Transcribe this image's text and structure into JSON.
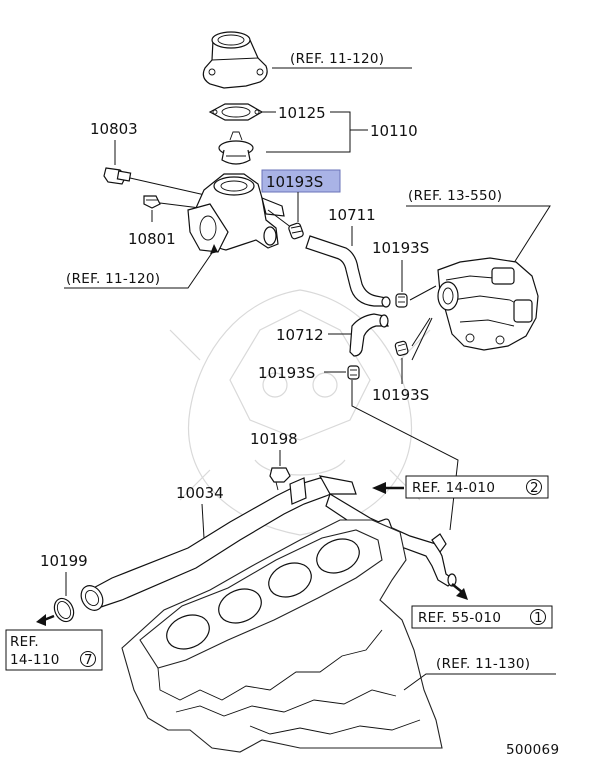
{
  "labels": {
    "p10125": "10125",
    "p10110": "10110",
    "p10803": "10803",
    "p10801": "10801",
    "p10193s_hl": "10193S",
    "p10711": "10711",
    "p10193s_a": "10193S",
    "p10712": "10712",
    "p10193s_b": "10193S",
    "p10193s_c": "10193S",
    "p10198": "10198",
    "p10034": "10034",
    "p10199": "10199"
  },
  "refs": {
    "ref_11_120_top": "(REF. 11-120)",
    "ref_13_550": "(REF. 13-550)",
    "ref_11_120_left": "(REF. 11-120)",
    "ref_14_010": "REF. 14-010",
    "ref_14_010_num": "2",
    "ref_55_010": "REF. 55-010",
    "ref_55_010_num": "1",
    "ref_14_110_a": "REF.",
    "ref_14_110_b": "14-110",
    "ref_14_110_num": "7",
    "ref_11_130": "(REF. 11-130)"
  },
  "diagram_code": "500069",
  "colors": {
    "highlight_fill": "#a9b3e6",
    "highlight_stroke": "#6a73b8",
    "ink": "#111111",
    "watermark": "#d9d9d9"
  }
}
